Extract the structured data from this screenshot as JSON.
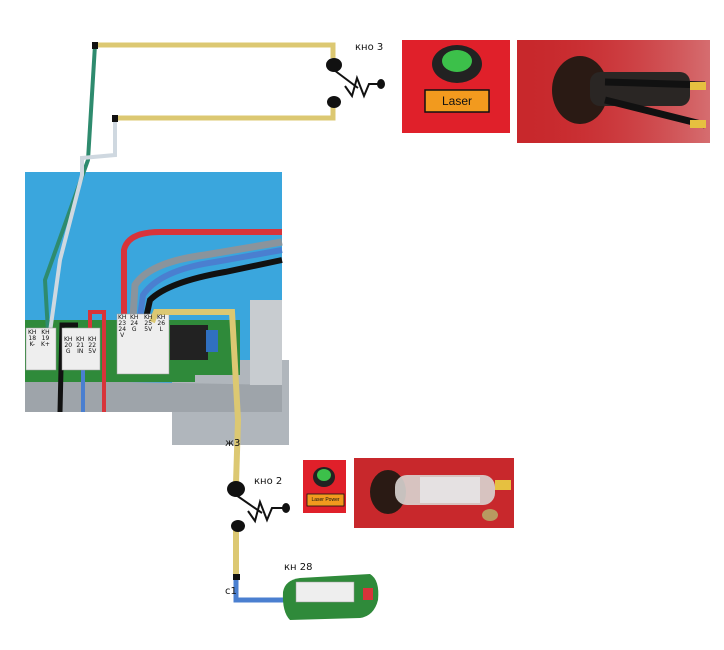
{
  "labels": {
    "button3": "кно 3",
    "button2": "кно 2",
    "connector28": "кн 28",
    "wire_yellow": "ж3",
    "wire_blue": "с1"
  },
  "panels": {
    "laser": "Laser",
    "laser_power": "Laser Power"
  },
  "pins": {
    "p18": "KH\n18\nK-",
    "p19": "KH\n19\nK+",
    "p20": "KH\n20\nG",
    "p21": "KH\n21\nIN",
    "p22": "KH\n22\n5V",
    "p23": "KH\n23\n24\nV",
    "p24": "KH\n24\nG",
    "p25": "KH\n25\n5V",
    "p26": "KH\n26\nL"
  },
  "colors": {
    "wire_yellow": "#dcc872",
    "wire_green": "#2e8b6e",
    "wire_white": "#cfd8e0",
    "wire_red": "#d8343a",
    "wire_blue": "#4a7fd0",
    "wire_black": "#111111",
    "panel_red": "#e0202a",
    "button_green": "#3cc04a",
    "board_blue": "#3aa6dd"
  }
}
